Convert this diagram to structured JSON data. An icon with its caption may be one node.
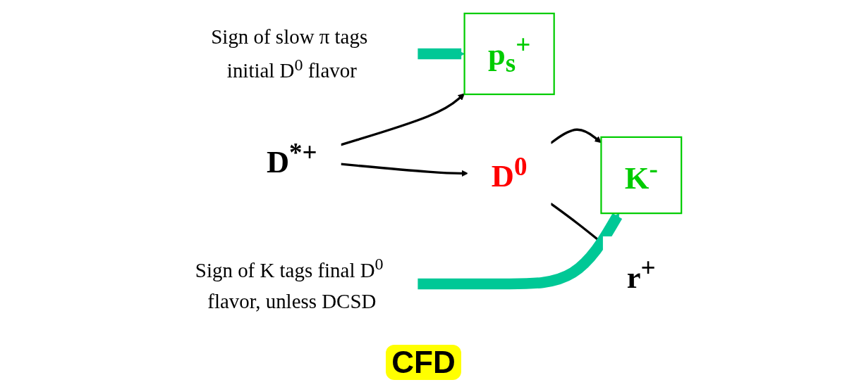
{
  "diagram": {
    "nodes": [
      {
        "text": [
          "D$^{*+}$"
        ]
      },
      {
        "text": [
          "p$_{s}$$^{+}$"
        ]
      },
      {
        "text": [
          "Sign of slow π tags initial D$^{0}$ flavor"
        ]
      },
      {
        "text": [
          "D$^{0}$"
        ]
      },
      {
        "text": [
          "K$^{-}$"
        ]
      },
      {
        "text": [
          "Sign of K tags final D$^{0}$ flavor, unless DCSD"
        ]
      },
      {
        "text": [
          "r$^{+}$"
        ]
      }
    ],
    "edges": [
      {
        "from": 0,
        "to": 1,
        "arrow": "to"
      },
      {
        "from": 0,
        "to": 3,
        "arrow": "to"
      },
      {
        "from": 3,
        "to": 4,
        "arrow": "to"
      },
      {
        "from": 3,
        "to": 6,
        "arrow": "to"
      },
      {
        "from": 2,
        "to": 1,
        "arrow": "to",
        "style": "thick",
        "color": "#00c896"
      },
      {
        "from": 5,
        "to": 4,
        "arrow": "to",
        "style": "thick",
        "color": "#00c896"
      }
    ],
    "labels": [
      "CFD"
    ]
  }
}
